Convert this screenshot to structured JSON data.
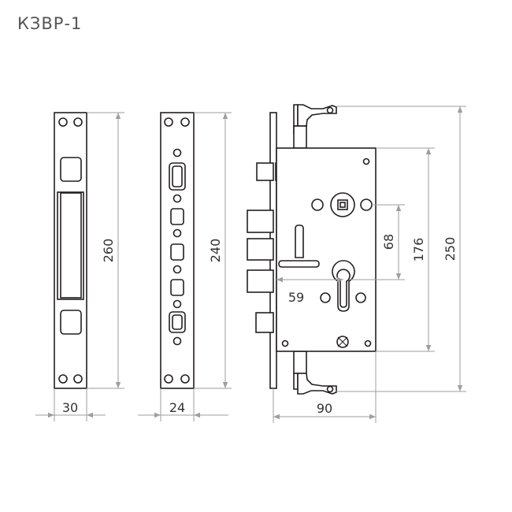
{
  "title": "КЗВР-1",
  "dimensions": {
    "strip1_height": "260",
    "strip1_width": "30",
    "strip2_height": "240",
    "strip2_width": "24",
    "lock_height_total": "250",
    "lock_height_body": "176",
    "lock_spindle_to_cylinder": "68",
    "lock_backset": "59",
    "lock_width": "90"
  },
  "colors": {
    "line": "#231f20",
    "dimension_line": "#9e9e9e",
    "text": "#333333"
  }
}
